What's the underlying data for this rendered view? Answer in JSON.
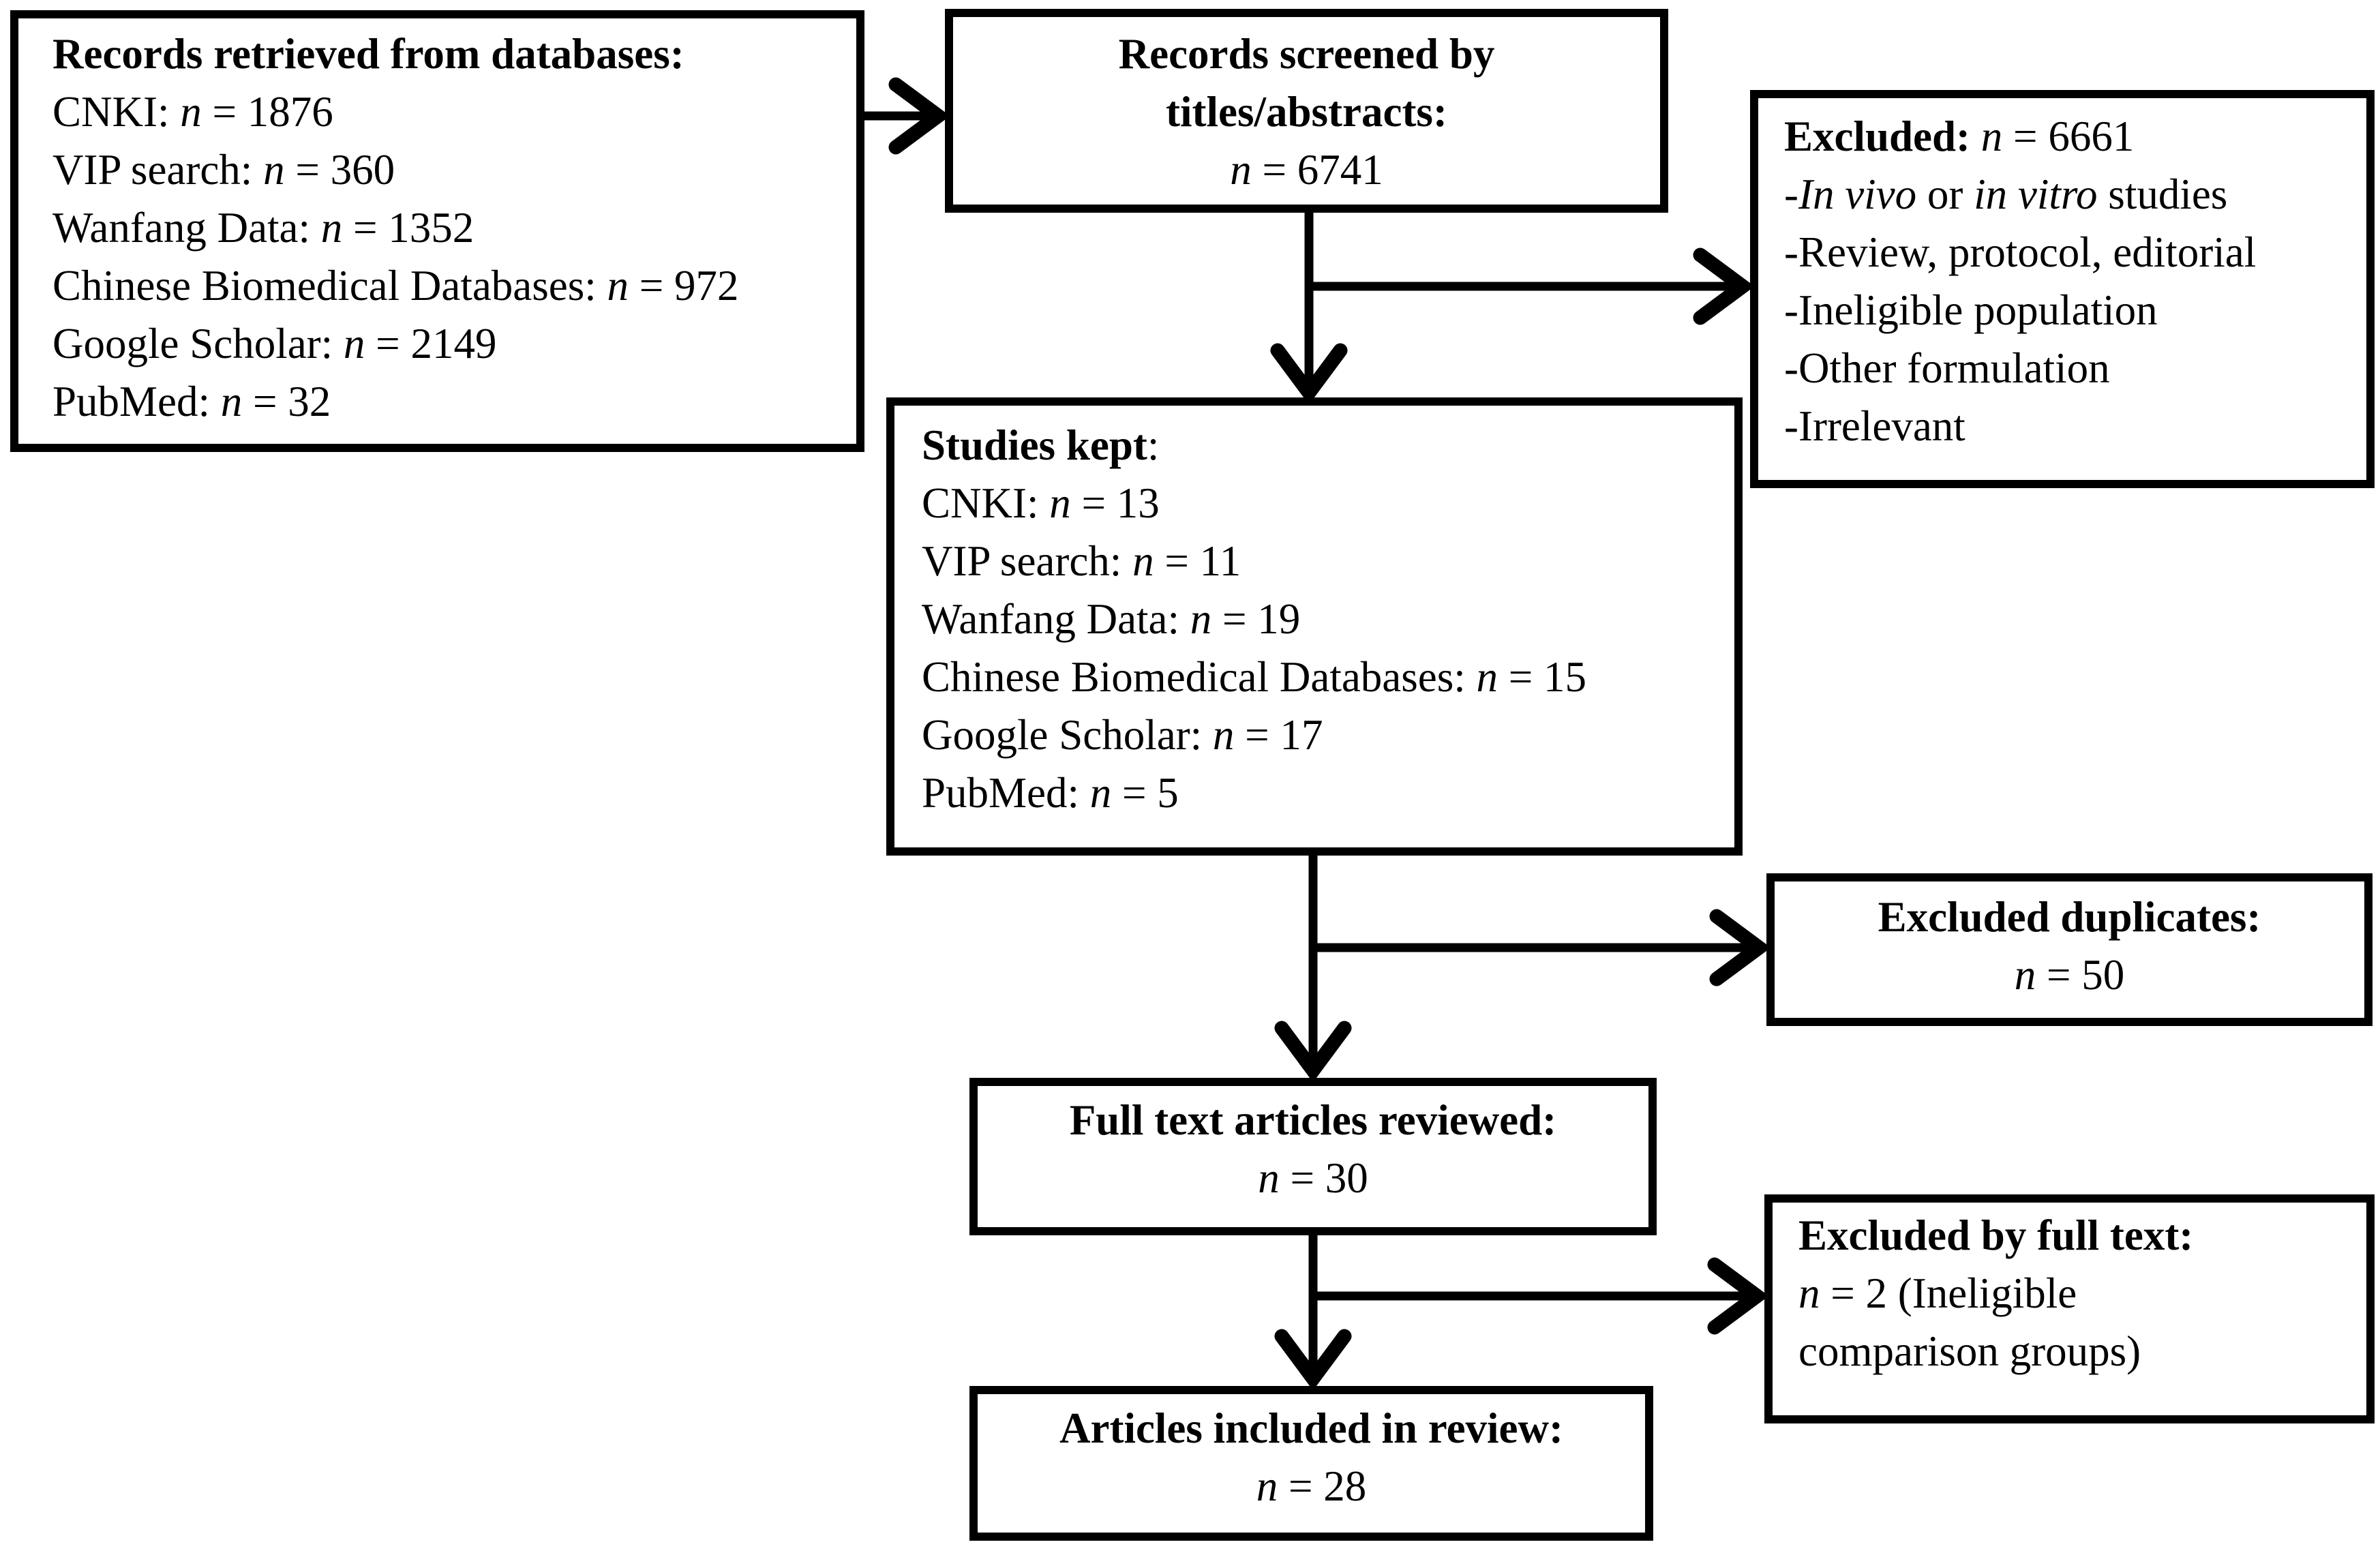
{
  "figure": {
    "kind": "prisma-flow-diagram",
    "background_color": "#ffffff",
    "line_color": "#000000"
  },
  "boxes": {
    "records_retrieved": {
      "align": "left",
      "lines": [
        [
          {
            "t": "Records retrieved from databases:",
            "b": true
          }
        ],
        [
          {
            "t": "CNKI: "
          },
          {
            "t": "n",
            "i": true
          },
          {
            "t": " = 1876"
          }
        ],
        [
          {
            "t": "VIP search: "
          },
          {
            "t": "n",
            "i": true
          },
          {
            "t": " = 360"
          }
        ],
        [
          {
            "t": "Wanfang Data: "
          },
          {
            "t": "n",
            "i": true
          },
          {
            "t": " = 1352"
          }
        ],
        [
          {
            "t": "Chinese Biomedical Databases: "
          },
          {
            "t": "n",
            "i": true
          },
          {
            "t": " = 972"
          }
        ],
        [
          {
            "t": "Google Scholar: "
          },
          {
            "t": "n",
            "i": true
          },
          {
            "t": " = 2149"
          }
        ],
        [
          {
            "t": "PubMed: "
          },
          {
            "t": "n",
            "i": true
          },
          {
            "t": " = 32"
          }
        ]
      ]
    },
    "records_screened": {
      "align": "center",
      "lines": [
        [
          {
            "t": "Records screened by",
            "b": true
          }
        ],
        [
          {
            "t": "titles/abstracts:",
            "b": true
          }
        ],
        [
          {
            "t": "n",
            "i": true
          },
          {
            "t": " = 6741"
          }
        ]
      ]
    },
    "excluded_screen": {
      "align": "left",
      "lines": [
        [
          {
            "t": "Excluded: ",
            "b": true
          },
          {
            "t": "n",
            "i": true
          },
          {
            "t": " = 6661"
          }
        ],
        [
          {
            "t": "-"
          },
          {
            "t": "In vivo",
            "i": true
          },
          {
            "t": " or "
          },
          {
            "t": "in vitro",
            "i": true
          },
          {
            "t": " studies"
          }
        ],
        [
          {
            "t": "-Review, protocol, editorial"
          }
        ],
        [
          {
            "t": "-Ineligible population"
          }
        ],
        [
          {
            "t": "-Other formulation"
          }
        ],
        [
          {
            "t": "-Irrelevant"
          }
        ]
      ]
    },
    "studies_kept": {
      "align": "left",
      "lines": [
        [
          {
            "t": "Studies kept",
            "b": true
          },
          {
            "t": ":"
          }
        ],
        [
          {
            "t": "CNKI: "
          },
          {
            "t": "n",
            "i": true
          },
          {
            "t": " = 13"
          }
        ],
        [
          {
            "t": "VIP search: "
          },
          {
            "t": "n",
            "i": true
          },
          {
            "t": " = 11"
          }
        ],
        [
          {
            "t": "Wanfang Data: "
          },
          {
            "t": "n",
            "i": true
          },
          {
            "t": " = 19"
          }
        ],
        [
          {
            "t": "Chinese Biomedical Databases: "
          },
          {
            "t": "n",
            "i": true
          },
          {
            "t": " = 15"
          }
        ],
        [
          {
            "t": "Google Scholar: "
          },
          {
            "t": "n",
            "i": true
          },
          {
            "t": " = 17"
          }
        ],
        [
          {
            "t": "PubMed: "
          },
          {
            "t": "n",
            "i": true
          },
          {
            "t": " = 5"
          }
        ]
      ]
    },
    "excluded_duplicates": {
      "align": "center",
      "lines": [
        [
          {
            "t": "Excluded duplicates:",
            "b": true
          }
        ],
        [
          {
            "t": "n",
            "i": true
          },
          {
            "t": " = 50"
          }
        ]
      ]
    },
    "fulltext_reviewed": {
      "align": "center",
      "lines": [
        [
          {
            "t": "Full text articles reviewed:",
            "b": true
          }
        ],
        [
          {
            "t": "n",
            "i": true
          },
          {
            "t": " = 30"
          }
        ]
      ]
    },
    "excluded_fulltext": {
      "align": "left",
      "lines": [
        [
          {
            "t": "Excluded by full text:",
            "b": true
          }
        ],
        [
          {
            "t": "n",
            "i": true
          },
          {
            "t": " = 2 (Ineligible"
          }
        ],
        [
          {
            "t": "comparison groups)"
          }
        ]
      ]
    },
    "articles_included": {
      "align": "center",
      "lines": [
        [
          {
            "t": "Articles included in review:",
            "b": true
          }
        ],
        [
          {
            "t": "n",
            "i": true
          },
          {
            "t": " = 28"
          }
        ]
      ]
    }
  }
}
